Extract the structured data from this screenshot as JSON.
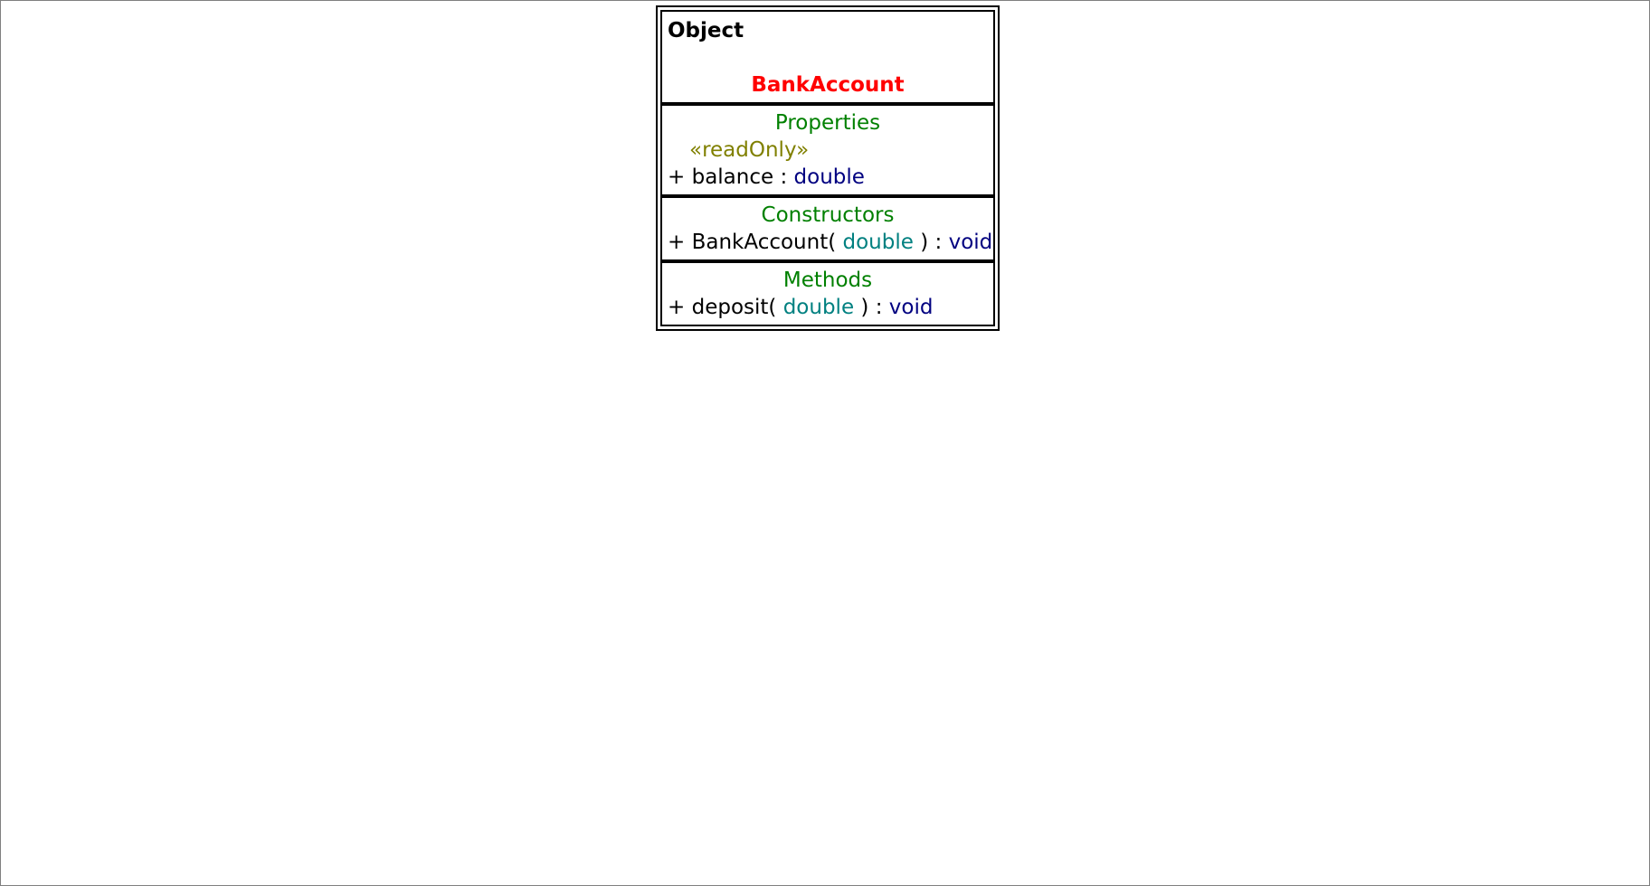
{
  "diagram": {
    "parent_class": "Object",
    "class_name": "BankAccount",
    "properties": {
      "title": "Properties",
      "stereotype": "«readOnly»",
      "items": [
        {
          "visibility": "+",
          "name": "balance",
          "separator": ":",
          "type": "double"
        }
      ]
    },
    "constructors": {
      "title": "Constructors",
      "items": [
        {
          "visibility": "+",
          "name": "BankAccount(",
          "param_type": "double",
          "close": ")",
          "separator": ":",
          "return_type": "void"
        }
      ]
    },
    "methods": {
      "title": "Methods",
      "items": [
        {
          "visibility": "+",
          "name": "deposit(",
          "param_type": "double",
          "close": ")",
          "separator": ":",
          "return_type": "void"
        }
      ]
    }
  },
  "colors": {
    "class_name": "#ff0000",
    "section_title": "#008000",
    "stereotype": "#808000",
    "type": "#000080",
    "param_type": "#008080",
    "border": "#000000"
  }
}
